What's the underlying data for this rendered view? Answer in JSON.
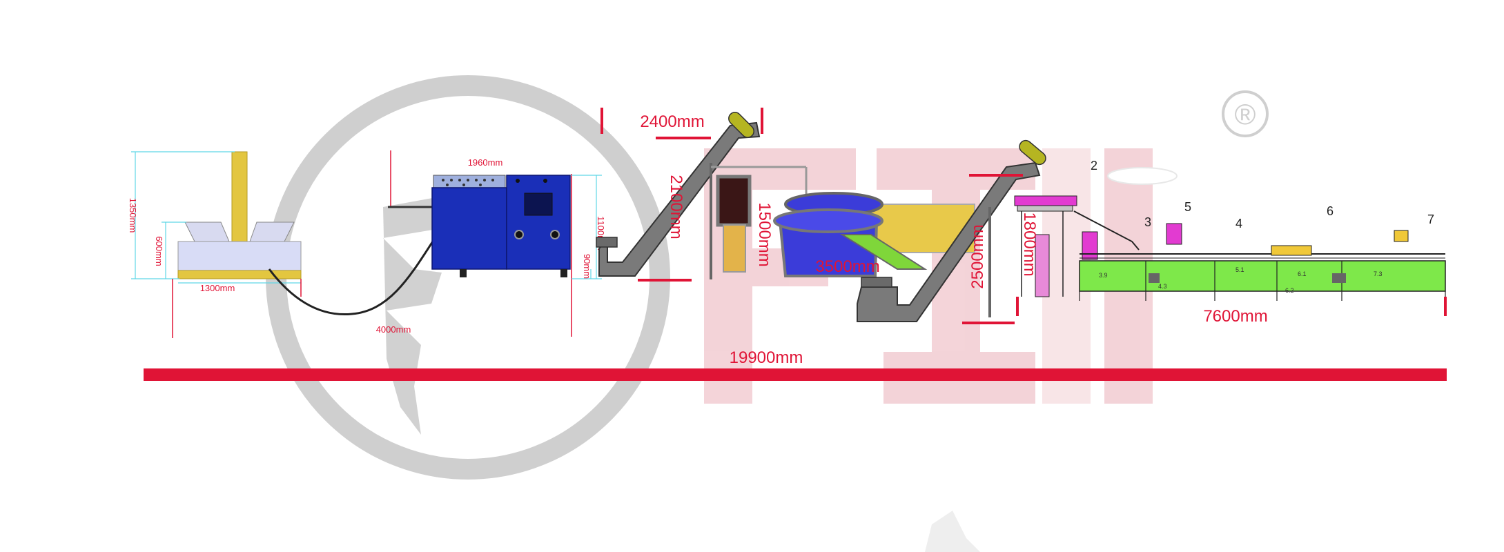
{
  "colors": {
    "dimension": "#e01436",
    "cyan_dim": "#5fd7e6",
    "furnace_blue": "#1a2fb8",
    "frame_green": "#7ee84a",
    "conveyor_gray": "#7a7a7a",
    "watermark_gray": "#cfcfcf",
    "watermark_pink": "#f1c9cf",
    "tank_yellow": "#e3c640",
    "bowl_blue": "#3b3cd9",
    "magenta": "#e23bd1"
  },
  "logo": {
    "registered_mark": "®"
  },
  "dimensions": {
    "tank_height": "1350mm",
    "tank_inner_height": "600mm",
    "tank_width": "1300mm",
    "hose_length": "4000mm",
    "furnace_width": "1960mm",
    "furnace_height": "1100mm",
    "furnace_leg": "90mm",
    "conveyor1_width": "2400mm",
    "conveyor1_height": "2100mm",
    "hopper_height": "1500mm",
    "bowl_width": "3500mm",
    "conveyor2_height": "2500mm",
    "stand_height": "1800mm",
    "line_length": "7600mm",
    "total_length": "19900mm"
  },
  "callouts": [
    "2",
    "3",
    "4",
    "5",
    "6",
    "7"
  ]
}
